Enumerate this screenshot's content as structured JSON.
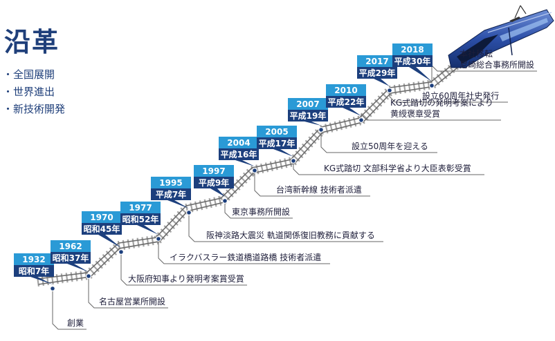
{
  "title": "沿革",
  "bullets": [
    "・全国展開",
    "・世界進出",
    "・新技術開発"
  ],
  "colors": {
    "accent": "#2a9ad6",
    "navy": "#1c3f7d",
    "text": "#1e1e3a"
  },
  "timeline": [
    {
      "year": "1932",
      "era": "昭和7年",
      "event": "創業"
    },
    {
      "year": "1962",
      "era": "昭和37年",
      "event": "名古屋営業所開設"
    },
    {
      "year": "1970",
      "era": "昭和45年",
      "event": "大阪府知事より発明考案賞受賞"
    },
    {
      "year": "1977",
      "era": "昭和52年",
      "event": "イラクバスラー鉄道橋道路橋 技術者派遣"
    },
    {
      "year": "1995",
      "era": "平成7年",
      "event": "阪神淡路大震災 軌道関係復旧教務に貢献する"
    },
    {
      "year": "1997",
      "era": "平成9年",
      "event": "東京事務所開設"
    },
    {
      "year": "2004",
      "era": "平成16年",
      "event": "台湾新幹線 技術者派遣"
    },
    {
      "year": "2005",
      "era": "平成17年",
      "event": "KG式踏切 文部科学省より大臣表彰受賞"
    },
    {
      "year": "2007",
      "era": "平成19年",
      "event": "設立50周年を迎える"
    },
    {
      "year": "2010",
      "era": "平成22年",
      "event": "KG式踏切の発明考案により|黄綬褒章受賞"
    },
    {
      "year": "2017",
      "era": "平成29年",
      "event": "設立60周年社史発行"
    },
    {
      "year": "2018",
      "era": "平成30年",
      "event": "本社移転|尼崎総合事務所開設"
    }
  ]
}
